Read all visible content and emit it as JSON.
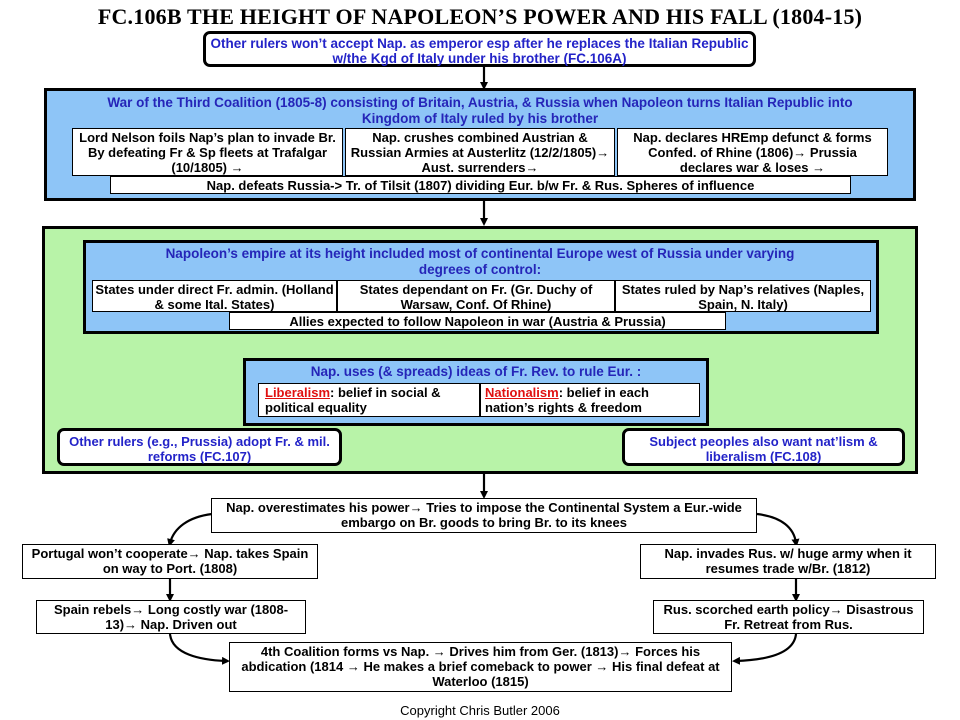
{
  "title": "FC.106B THE HEIGHT OF NAPOLEON’S POWER AND HIS FALL (1804-15)",
  "top_box": "Other rulers won’t accept Nap. as emperor esp after he replaces the Italian Republic w/the Kgd of Italy under his brother (FC.106A)",
  "third_coalition": {
    "heading": "War of the Third Coalition (1805-8) consisting of Britain, Austria, & Russia  when Napoleon turns Italian Republic into Kingdom of Italy ruled by his brother",
    "cells": [
      "Lord Nelson foils Nap’s plan to invade Br. By defeating Fr & Sp fleets at Trafalgar (10/1805) →",
      "Nap. crushes combined Austrian & Russian Armies at Austerlitz (12/2/1805)→ Aust. surrenders→",
      "Nap. declares HREmp defunct & forms  Confed. of Rhine (1806)→ Prussia declares war & loses →"
    ],
    "bottom": "Nap. defeats Russia-> Tr. of Tilsit (1807) dividing Eur. b/w Fr. & Rus. Spheres of influence"
  },
  "empire": {
    "heading": "Napoleon’s empire at its height included most of continental Europe west of Russia under varying degrees of control:",
    "cells": [
      "States under direct Fr. admin. (Holland & some Ital. States)",
      "States dependant on Fr. (Gr. Duchy of Warsaw, Conf. Of Rhine)",
      "States ruled by Nap’s relatives (Naples, Spain, N. Italy)"
    ],
    "bottom": "Allies expected to follow Napoleon in war (Austria & Prussia)"
  },
  "ideas": {
    "heading": "Nap. uses (& spreads) ideas of Fr. Rev. to rule Eur. :",
    "liberalism_term": "Liberalism",
    "liberalism_def": ": belief in social & political equality",
    "nationalism_term": "Nationalism",
    "nationalism_def": ": belief in each nation’s rights & freedom"
  },
  "left_green_box": "Other rulers (e.g., Prussia) adopt Fr. & mil. reforms (FC.107)",
  "right_green_box": "Subject peoples also want nat’lism & liberalism (FC.108)",
  "overestimate": "Nap. overestimates his power→ Tries to impose the Continental System a Eur.-wide embargo on Br. goods to bring Br. to its knees",
  "portugal": "Portugal won’t cooperate→ Nap. takes Spain on way to Port. (1808)",
  "spain": "Spain rebels→ Long costly war (1808-13)→ Nap. Driven  out",
  "invades": "Nap. invades Rus. w/ huge army when it resumes trade w/Br. (1812)",
  "scorched": "Rus. scorched earth policy→ Disastrous Fr. Retreat from Rus.",
  "fourth": "4th Coalition forms vs Nap. → Drives him from Ger. (1813)→ Forces his abdication (1814 → He makes a brief comeback to power → His final defeat at Waterloo (1815)",
  "copyright": "Copyright Chris Butler 2006"
}
